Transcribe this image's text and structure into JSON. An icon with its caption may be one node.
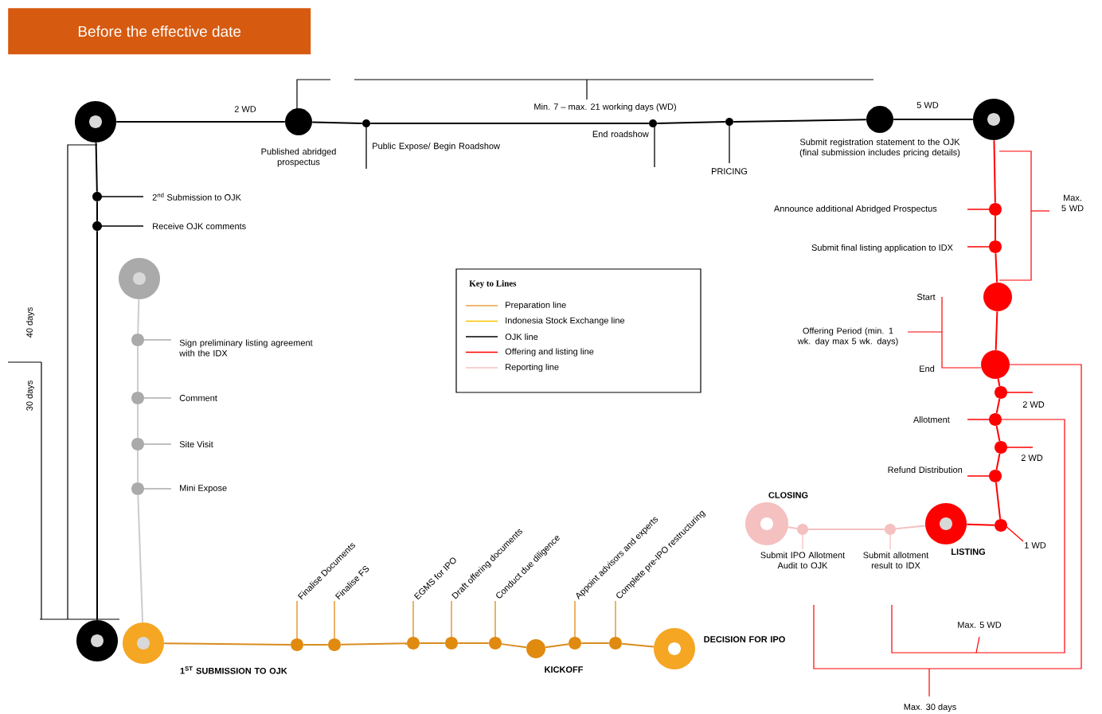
{
  "diagram": {
    "title": "Before the effective date",
    "nodes": [
      {
        "text": [],
        "shape": "circle"
      },
      {
        "text": [],
        "shape": "circle",
        "beside": [
          "Published abridged prospectus"
        ]
      },
      {
        "text": [],
        "shape": "circle",
        "beside": [
          "Public Expose/ Begin Roadshow"
        ]
      },
      {
        "text": [],
        "shape": "circle",
        "beside": [
          "End roadshow"
        ]
      },
      {
        "text": [],
        "shape": "circle",
        "beside": [
          "PRICING"
        ]
      },
      {
        "text": [],
        "shape": "circle",
        "beside": [
          "Submit registration statement to the OJK (final submission includes pricing details)"
        ]
      },
      {
        "text": [],
        "shape": "circle"
      },
      {
        "text": [],
        "shape": "circle",
        "beside": [
          "2$^{nd}$ Submission to OJK"
        ]
      },
      {
        "text": [],
        "shape": "circle",
        "beside": [
          "Receive OJK comments"
        ]
      },
      {
        "text": [],
        "shape": "circle"
      },
      {
        "text": [],
        "shape": "circle"
      },
      {
        "text": [],
        "shape": "circle",
        "beside": [
          "Sign preliminary listing agreement with the IDX"
        ]
      },
      {
        "text": [],
        "shape": "circle",
        "beside": [
          "Comment"
        ]
      },
      {
        "text": [],
        "shape": "circle",
        "beside": [
          "Site Visit"
        ]
      },
      {
        "text": [],
        "shape": "circle",
        "beside": [
          "Mini Expose"
        ]
      },
      {
        "text": [],
        "shape": "circle",
        "beside": [
          "1$^{ST}$ SUBMISSION TO OJK"
        ]
      },
      {
        "text": [],
        "shape": "circle",
        "beside": [
          "Finalise Documents"
        ]
      },
      {
        "text": [],
        "shape": "circle",
        "beside": [
          "Finalise FS"
        ]
      },
      {
        "text": [],
        "shape": "circle",
        "beside": [
          "EGMS for IPO"
        ]
      },
      {
        "text": [],
        "shape": "circle",
        "beside": [
          "Draft offering documents"
        ]
      },
      {
        "text": [],
        "shape": "circle",
        "beside": [
          "Conduct due diligence"
        ]
      },
      {
        "text": [],
        "shape": "circle",
        "beside": [
          "KICKOFF"
        ]
      },
      {
        "text": [],
        "shape": "circle",
        "beside": [
          "Appoint advisors and experts"
        ]
      },
      {
        "text": [],
        "shape": "circle",
        "beside": [
          "Complete pre-IPO restructuring"
        ]
      },
      {
        "text": [],
        "shape": "circle",
        "beside": [
          "DECISION FOR IPO"
        ]
      },
      {
        "text": [],
        "shape": "circle",
        "beside": [
          "Announce additional Abridged Prospectus"
        ]
      },
      {
        "text": [],
        "shape": "circle"
      },
      {
        "text": [],
        "shape": "circle"
      },
      {
        "text": [],
        "shape": "circle"
      },
      {
        "text": [],
        "shape": "circle",
        "beside": [
          "2 WD"
        ]
      },
      {
        "text": [],
        "shape": "circle",
        "beside": [
          "Allotment"
        ]
      },
      {
        "text": [],
        "shape": "circle",
        "beside": [
          "2 WD"
        ]
      },
      {
        "text": [],
        "shape": "circle",
        "beside": [
          "Refund Distribution"
        ]
      },
      {
        "text": [],
        "shape": "circle",
        "beside": [
          "1 WD"
        ]
      },
      {
        "text": [],
        "shape": "circle",
        "beside": [
          "LISTING"
        ]
      },
      {
        "text": [],
        "shape": "circle",
        "beside": [
          "Submit allotment result to IDX"
        ]
      },
      {
        "text": [],
        "shape": "circle",
        "beside": [
          "Submit IPO Allotment Audit to OJK"
        ]
      },
      {
        "text": [],
        "shape": "circle",
        "beside": [
          "CLOSING"
        ]
      }
    ],
    "edges": [
      {
        "from": 0,
        "to": 1,
        "arrow": "none",
        "color": "#000000"
      },
      {
        "from": 1,
        "to": 2,
        "arrow": "none",
        "color": "#000000"
      },
      {
        "from": 2,
        "to": 3,
        "arrow": "none",
        "color": "#000000"
      },
      {
        "from": 3,
        "to": 4,
        "arrow": "none",
        "color": "#000000"
      },
      {
        "from": 4,
        "to": 5,
        "arrow": "none",
        "color": "#000000"
      },
      {
        "from": 5,
        "to": 6,
        "arrow": "none",
        "color": "#000000"
      },
      {
        "from": 0,
        "to": 7,
        "arrow": "none",
        "color": "#000000"
      },
      {
        "from": 7,
        "to": 8,
        "arrow": "none",
        "color": "#000000"
      },
      {
        "from": 8,
        "to": 9,
        "arrow": "none",
        "color": "#000000"
      },
      {
        "from": 10,
        "to": 11,
        "arrow": "none",
        "color": "#cccccc"
      },
      {
        "from": 11,
        "to": 12,
        "arrow": "none",
        "color": "#cccccc"
      },
      {
        "from": 12,
        "to": 13,
        "arrow": "none",
        "color": "#cccccc"
      },
      {
        "from": 13,
        "to": 14,
        "arrow": "none",
        "color": "#cccccc"
      },
      {
        "from": 14,
        "to": 15,
        "arrow": "none",
        "color": "#cccccc"
      },
      {
        "from": 15,
        "to": 16,
        "arrow": "none",
        "color": "#d98c1f"
      },
      {
        "from": 16,
        "to": 17,
        "arrow": "none",
        "color": "#d98c1f"
      },
      {
        "from": 17,
        "to": 18,
        "arrow": "none",
        "color": "#d98c1f"
      },
      {
        "from": 18,
        "to": 19,
        "arrow": "none",
        "color": "#d98c1f"
      },
      {
        "from": 19,
        "to": 20,
        "arrow": "none",
        "color": "#d98c1f"
      },
      {
        "from": 20,
        "to": 21,
        "arrow": "none",
        "color": "#d98c1f"
      },
      {
        "from": 21,
        "to": 22,
        "arrow": "none",
        "color": "#d98c1f"
      },
      {
        "from": 22,
        "to": 23,
        "arrow": "none",
        "color": "#d98c1f"
      },
      {
        "from": 23,
        "to": 24,
        "arrow": "none",
        "color": "#d98c1f"
      },
      {
        "from": 6,
        "to": 25,
        "arrow": "none",
        "color": "#ff0000"
      },
      {
        "from": 25,
        "to": 26,
        "arrow": "none",
        "color": "#ff0000"
      },
      {
        "from": 26,
        "to": 27,
        "arrow": "none",
        "color": "#ff0000"
      },
      {
        "from": 27,
        "to": 28,
        "arrow": "none",
        "color": "#ff0000"
      },
      {
        "from": 28,
        "to": 29,
        "arrow": "none",
        "color": "#ff0000"
      },
      {
        "from": 29,
        "to": 30,
        "arrow": "none",
        "color": "#ff0000"
      },
      {
        "from": 30,
        "to": 31,
        "arrow": "none",
        "color": "#ff0000"
      },
      {
        "from": 31,
        "to": 32,
        "arrow": "none",
        "color": "#ff0000"
      },
      {
        "from": 32,
        "to": 33,
        "arrow": "none",
        "color": "#ff0000"
      },
      {
        "from": 33,
        "to": 34,
        "arrow": "none",
        "color": "#ff0000"
      },
      {
        "from": 34,
        "to": 35,
        "arrow": "none",
        "color": "#f4c0c0"
      },
      {
        "from": 35,
        "to": 36,
        "arrow": "none",
        "color": "#f4c0c0"
      },
      {
        "from": 36,
        "to": 37,
        "arrow": "none",
        "color": "#f4c0c0"
      }
    ],
    "labels": [
      "2 WD",
      "Min. 7 – max. 21 working days (WD)",
      "5 WD",
      "Max. 5 WD",
      "Offering Period (min. 1 wk. day max 5 wk. days)",
      "Max. 5 WD",
      "Max. 30 days",
      "40 days",
      "30 days",
      "Key to Lines",
      "Submit final listing application to IDX",
      "Start",
      "End"
    ],
    "legend": [
      {
        "text": "Preparation line"
      },
      {
        "text": "Indonesia Stock Exchange line"
      },
      {
        "text": "OJK line"
      },
      {
        "text": "Offering and listing line"
      },
      {
        "text": "Reporting line"
      }
    ]
  }
}
